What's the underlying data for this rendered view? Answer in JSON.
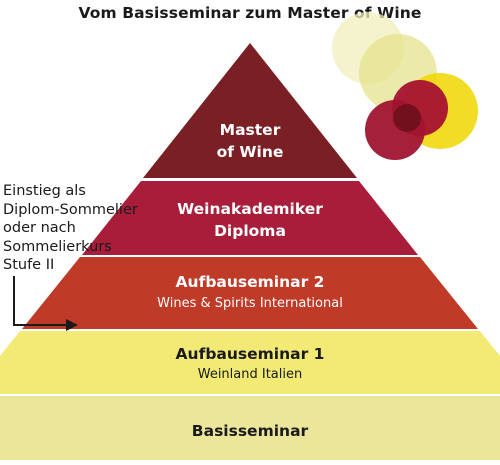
{
  "title": "Vom Basisseminar zum Master of Wine",
  "side_note": {
    "lines": [
      "Einstieg als",
      "Diplom-Sommelier",
      "oder nach",
      "Sommelierkurs",
      "Stufe II"
    ]
  },
  "levels": [
    {
      "id": "master",
      "lines": [
        "Master",
        "of Wine"
      ],
      "subtitle": "",
      "color": "#7a1f24",
      "text_color": "#ffffff"
    },
    {
      "id": "weinakademiker",
      "lines": [
        "Weinakademiker",
        "Diploma"
      ],
      "subtitle": "",
      "color": "#a81e3a",
      "text_color": "#ffffff"
    },
    {
      "id": "aufbau2",
      "lines": [
        "Aufbauseminar 2"
      ],
      "subtitle": "Wines & Spirits International",
      "color": "#c03a28",
      "text_color": "#ffffff"
    },
    {
      "id": "aufbau1",
      "lines": [
        "Aufbauseminar 1"
      ],
      "subtitle": "Weinland Italien",
      "color": "#f2ea74",
      "text_color": "#1a1a1a"
    },
    {
      "id": "basis",
      "lines": [
        "Basisseminar"
      ],
      "subtitle": "",
      "color": "#ece69a",
      "text_color": "#1a1a1a"
    }
  ],
  "colors": {
    "background": "#ffffff",
    "arrow": "#1a1a1a",
    "circle_palette": [
      "#f1efbe",
      "#e7e38b",
      "#e8dc2e",
      "#f0d800",
      "#8a1424",
      "#b01635"
    ]
  }
}
